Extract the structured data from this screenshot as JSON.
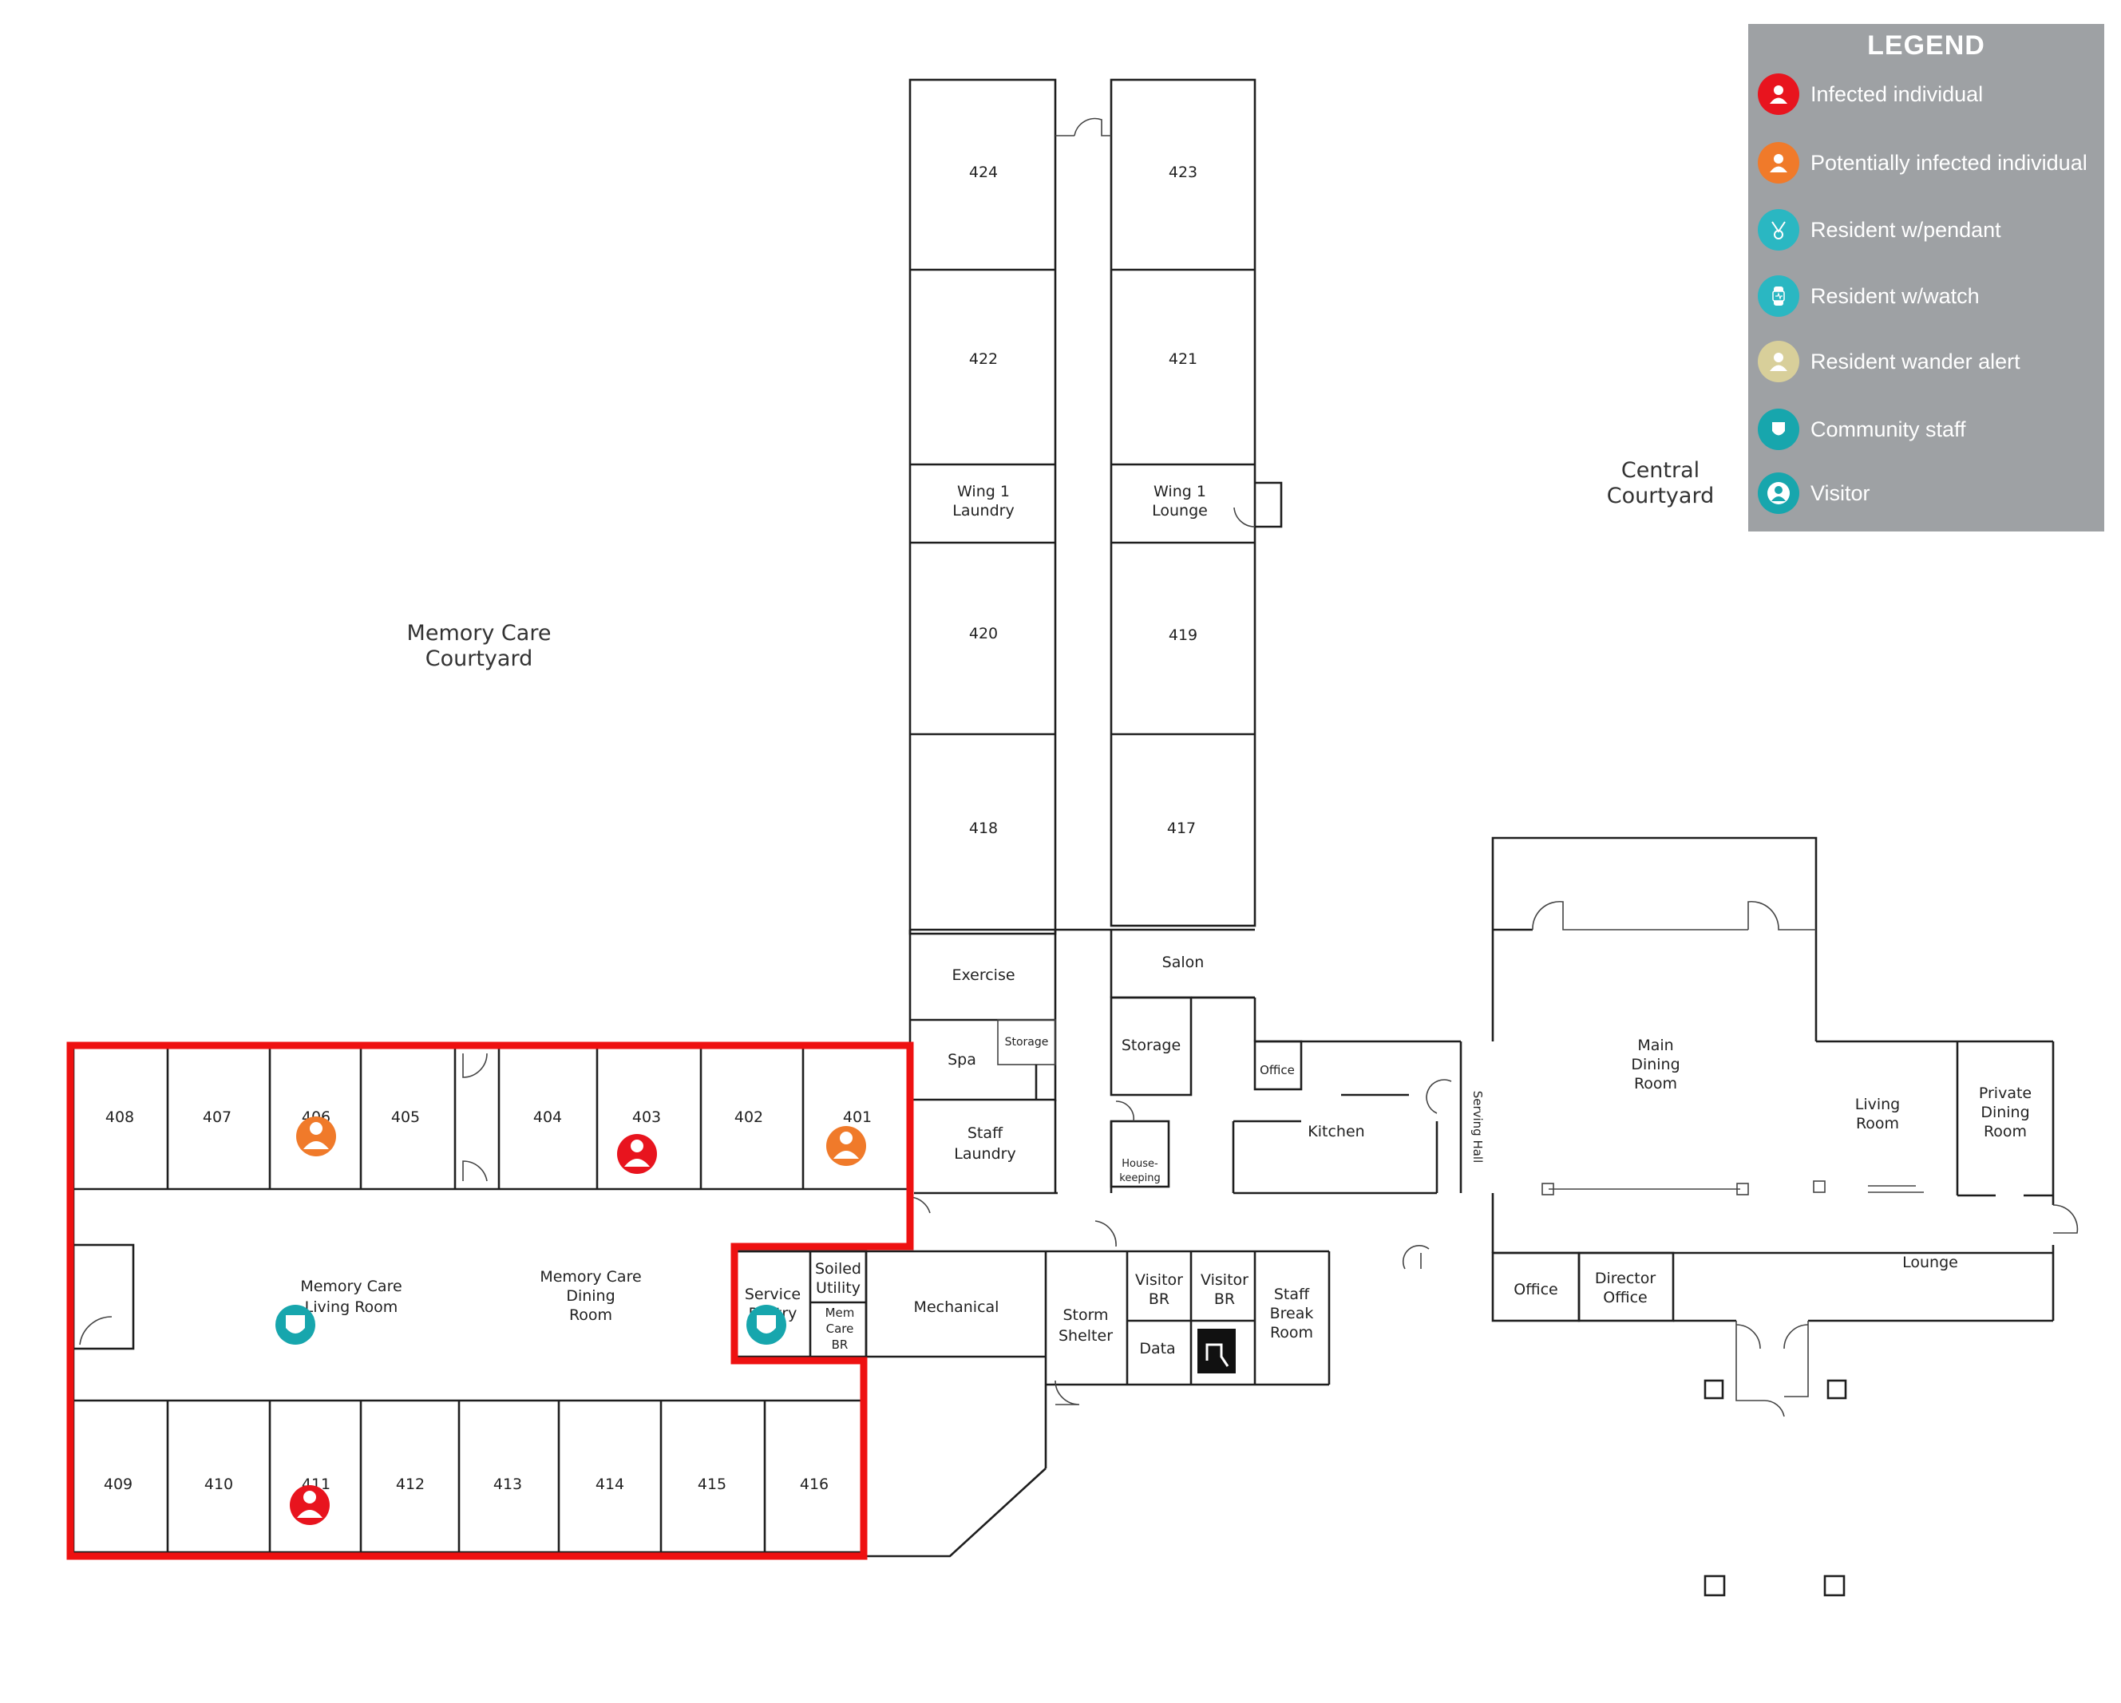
{
  "legend": {
    "title": "LEGEND",
    "items": [
      {
        "label": "Infected individual",
        "icon": "person-icon",
        "color": "#e8141e"
      },
      {
        "label": "Potentially infected individual",
        "icon": "person-icon",
        "color": "#f07a2a"
      },
      {
        "label": "Resident w/pendant",
        "icon": "pendant-icon",
        "color": "#2ab7c2"
      },
      {
        "label": "Resident w/watch",
        "icon": "watch-icon",
        "color": "#2ab7c2"
      },
      {
        "label": "Resident wander alert",
        "icon": "person-icon",
        "color": "#d8cf9a"
      },
      {
        "label": "Community staff",
        "icon": "badge-icon",
        "color": "#17a6ad"
      },
      {
        "label": "Visitor",
        "icon": "person-outline-icon",
        "color": "#17a6ad"
      }
    ]
  },
  "courtyards": {
    "memory_care": [
      "Memory Care",
      "Courtyard"
    ],
    "central": [
      "Central",
      "Courtyard"
    ]
  },
  "rooms": {
    "r424": "424",
    "r423": "423",
    "r422": "422",
    "r421": "421",
    "wing1_laundry": [
      "Wing 1",
      "Laundry"
    ],
    "wing1_lounge": [
      "Wing 1",
      "Lounge"
    ],
    "r420": "420",
    "r419": "419",
    "r418": "418",
    "r417": "417",
    "exercise": "Exercise",
    "salon": "Salon",
    "spa": "Spa",
    "storage_small": "Storage",
    "storage": "Storage",
    "office_small": "Office",
    "staff_laundry": [
      "Staff",
      "Laundry"
    ],
    "housekeeping": [
      "House-",
      "keeping"
    ],
    "kitchen": "Kitchen",
    "serving_hall": "Serving Hall",
    "main_dining": [
      "Main",
      "Dining",
      "Room"
    ],
    "living_room": [
      "Living",
      "Room"
    ],
    "private_dining": [
      "Private",
      "Dining",
      "Room"
    ],
    "lounge": "Lounge",
    "r408": "408",
    "r407": "407",
    "r406": "406",
    "r405": "405",
    "r404": "404",
    "r403": "403",
    "r402": "402",
    "r401": "401",
    "mc_living": [
      "Memory Care",
      "Living Room"
    ],
    "mc_dining": [
      "Memory Care",
      "Dining",
      "Room"
    ],
    "service_pantry": [
      "Service",
      "Pantry"
    ],
    "soiled_utility": [
      "Soiled",
      "Utility"
    ],
    "mem_care_br": [
      "Mem",
      "Care",
      "BR"
    ],
    "mechanical": "Mechanical",
    "storm_shelter": [
      "Storm",
      "Shelter"
    ],
    "visitor_br_1": [
      "Visitor",
      "BR"
    ],
    "visitor_br_2": [
      "Visitor",
      "BR"
    ],
    "data": "Data",
    "staff_break": [
      "Staff",
      "Break",
      "Room"
    ],
    "office": "Office",
    "director_office": [
      "Director",
      "Office"
    ],
    "r409": "409",
    "r410": "410",
    "r411": "411",
    "r412": "412",
    "r413": "413",
    "r414": "414",
    "r415": "415",
    "r416": "416"
  },
  "markers": [
    {
      "room": "406",
      "status": "Potentially infected individual",
      "color": "#f07a2a",
      "icon": "person-icon"
    },
    {
      "room": "403",
      "status": "Infected individual",
      "color": "#e8141e",
      "icon": "person-icon"
    },
    {
      "room": "401",
      "status": "Potentially infected individual",
      "color": "#f07a2a",
      "icon": "person-icon"
    },
    {
      "room": "411",
      "status": "Infected individual",
      "color": "#e8141e",
      "icon": "person-icon"
    },
    {
      "room": "Memory Care Living Room",
      "status": "Community staff",
      "color": "#17a6ad",
      "icon": "badge-icon"
    },
    {
      "room": "Service Pantry",
      "status": "Community staff",
      "color": "#17a6ad",
      "icon": "badge-icon"
    }
  ],
  "quarantine_zone_color": "#ee1111"
}
